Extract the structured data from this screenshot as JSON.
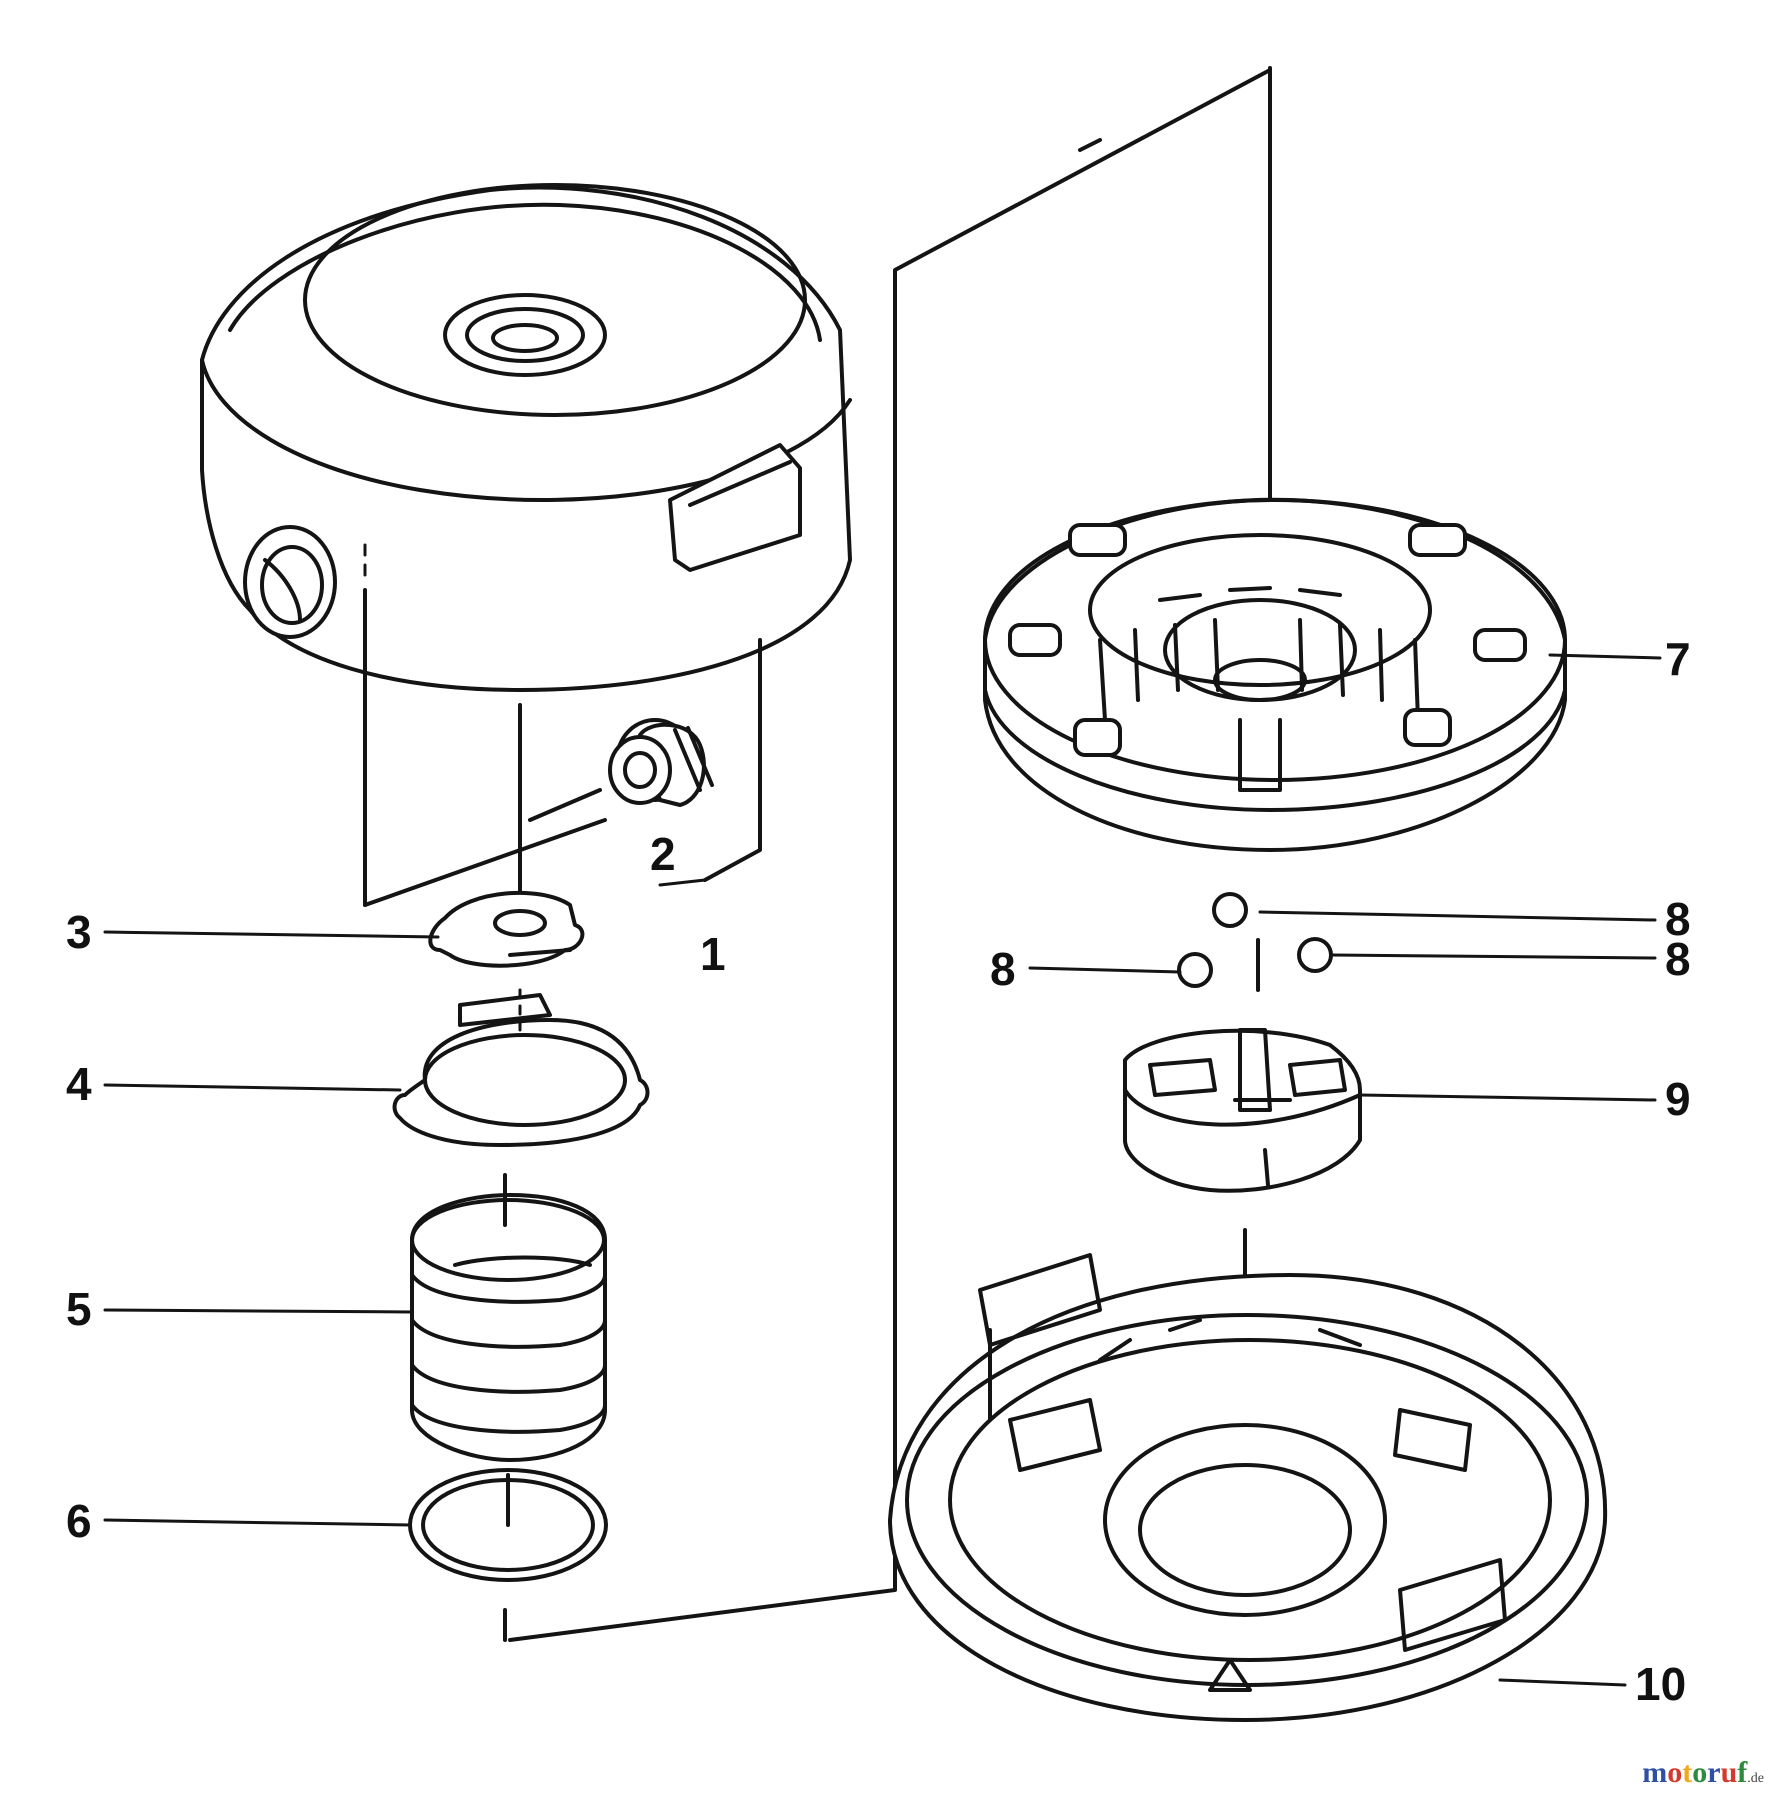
{
  "callouts": {
    "c1": "1",
    "c2": "2",
    "c3": "3",
    "c4": "4",
    "c5": "5",
    "c6": "6",
    "c7": "7",
    "c8a": "8",
    "c8b": "8",
    "c8c": "8",
    "c9": "9",
    "c10": "10"
  },
  "watermark": {
    "text": "motoruf",
    "suffix": ".de",
    "colors": [
      "#2e4fa3",
      "#d33a2c",
      "#f2a81d",
      "#2e8b3e",
      "#2e4fa3",
      "#d33a2c",
      "#2e8b3e"
    ]
  }
}
